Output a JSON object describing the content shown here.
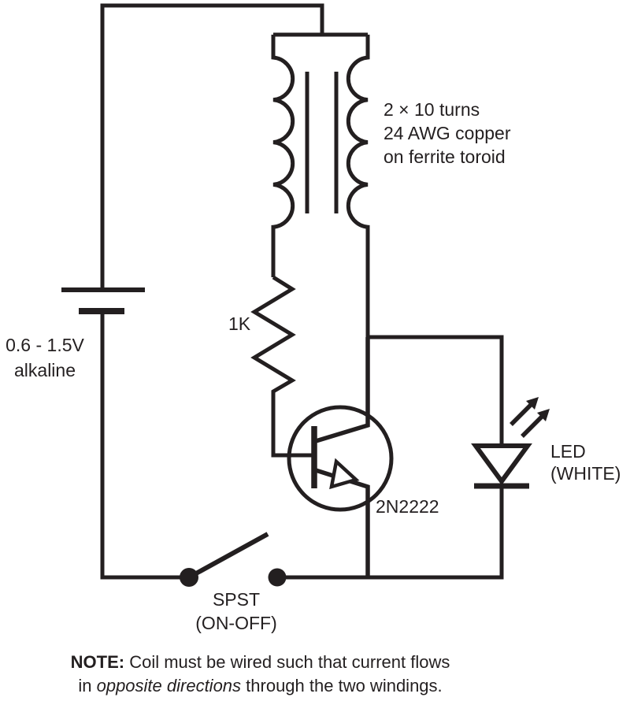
{
  "colors": {
    "line": "#231f20",
    "background": "#ffffff",
    "text": "#231f20"
  },
  "labels": {
    "coil": [
      "2 × 10 turns",
      "24 AWG copper",
      "on ferrite toroid"
    ],
    "battery": [
      "0.6 - 1.5V",
      "alkaline"
    ],
    "resistor": "1K",
    "transistor": "2N2222",
    "led": [
      "LED",
      "(WHITE)"
    ],
    "switch": [
      "SPST",
      "(ON-OFF)"
    ],
    "note": {
      "prefix": "NOTE:",
      "line1_rest": " Coil must be wired such that current flows",
      "line2_pre": "in ",
      "line2_italic": "opposite directions",
      "line2_post": " through the two windings."
    }
  },
  "components": {
    "battery": "battery-cell-symbol",
    "coil": "transformer-two-windings-ferrite-core-symbol",
    "resistor": "resistor-zigzag-symbol",
    "transistor": "npn-transistor-symbol",
    "led": "led-with-light-arrows-symbol",
    "switch": "spst-switch-symbol"
  }
}
